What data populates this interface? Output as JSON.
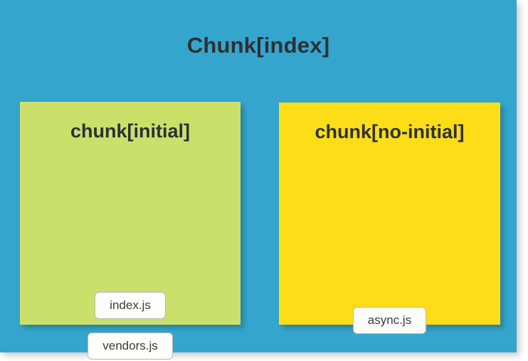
{
  "diagram": {
    "title": "Chunk[index]",
    "background_color": "#34a6cd",
    "groups": [
      {
        "id": "initial",
        "title": "chunk[initial]",
        "color": "#cbe06b",
        "files": [
          {
            "label": "index.js"
          },
          {
            "label": "vendors.js"
          }
        ]
      },
      {
        "id": "no-initial",
        "title": "chunk[no-initial]",
        "color": "#fcdd17",
        "files": [
          {
            "label": "async.js"
          }
        ]
      }
    ]
  }
}
